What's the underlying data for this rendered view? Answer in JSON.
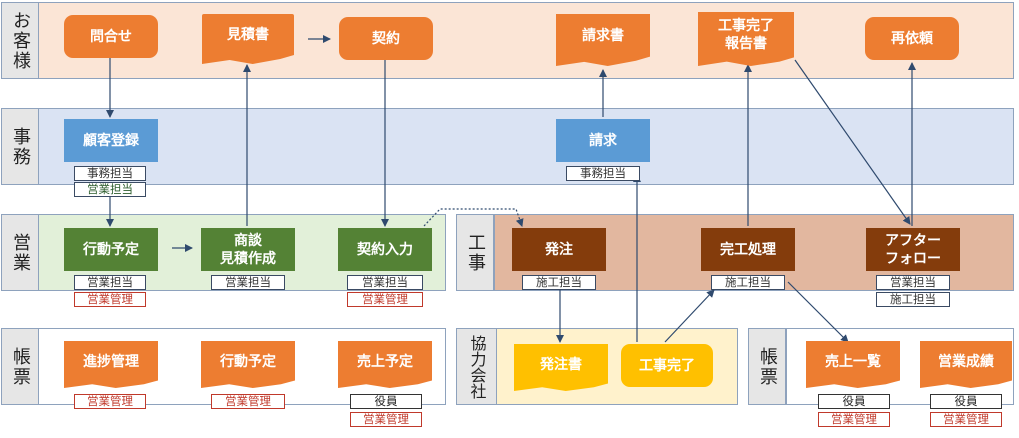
{
  "lanes": {
    "customer": "お客様",
    "office": "事務",
    "sales": "営業",
    "construction": "工事",
    "partner": "協力会社",
    "forms_left": "帳票",
    "forms_right": "帳票"
  },
  "nodes": {
    "inquiry": "問合せ",
    "estimate": "見積書",
    "contract": "契約",
    "invoice_doc": "請求書",
    "completion_report": "工事完了\n報告書",
    "reorder": "再依頼",
    "customer_registration": "顧客登録",
    "billing": "請求",
    "action_plan": "行動予定",
    "negotiation": "商談\n見積作成",
    "contract_input": "契約入力",
    "order": "発注",
    "completion_process": "完工処理",
    "after_follow": "アフター\nフォロー",
    "purchase_order": "発注書",
    "work_done": "工事完了",
    "progress_mgmt": "進捗管理",
    "action_plan_form": "行動予定",
    "sales_forecast": "売上予定",
    "sales_list": "売上一覧",
    "sales_results": "営業成績"
  },
  "tags": {
    "office_staff": "事務担当",
    "sales_staff": "営業担当",
    "sales_mgmt": "営業管理",
    "construction_staff": "施工担当",
    "executive": "役員"
  },
  "colors": {
    "orange": "#ed7d31",
    "blue": "#5b9bd5",
    "green": "#548235",
    "brown": "#843c0c",
    "yellow": "#ffc000",
    "lane_customer": "#fbe5d6",
    "lane_office": "#dae3f3",
    "lane_sales": "#e2f0d9",
    "lane_construction": "#e2b79f",
    "lane_partner": "#fff2cc"
  }
}
